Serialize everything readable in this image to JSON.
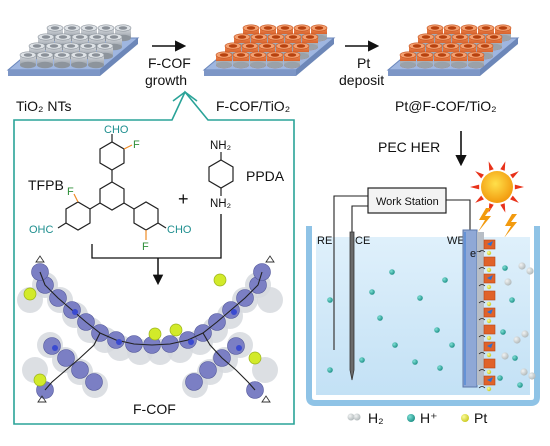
{
  "stages": [
    {
      "label": "TiO₂ NTs"
    },
    {
      "label": "F-COF/TiO₂"
    },
    {
      "label": "Pt@F-COF/TiO₂"
    }
  ],
  "steps": {
    "growth_line1": "F-COF",
    "growth_line2": "growth",
    "deposit_line1": "Pt",
    "deposit_line2": "deposit",
    "pec": "PEC HER"
  },
  "chemistry": {
    "tfpb": "TFPB",
    "plus": "+",
    "ppda": "PPDA",
    "cho": "CHO",
    "ohc": "OHC",
    "f": "F",
    "nh2": "NH₂",
    "product": "F-COF"
  },
  "cell": {
    "workstation": "Work Station",
    "re": "RE",
    "ce": "CE",
    "we": "WE",
    "electron": "e⁻"
  },
  "legend": {
    "h2": "H₂",
    "hplus": "H⁺",
    "pt": "Pt"
  },
  "colors": {
    "tio2": "#b0b6be",
    "fcof": "#e0622a",
    "substrate": "#8fa8d6",
    "teal": "#2aa398",
    "pt": "#e6e63a",
    "sun": "#f28a0a"
  }
}
